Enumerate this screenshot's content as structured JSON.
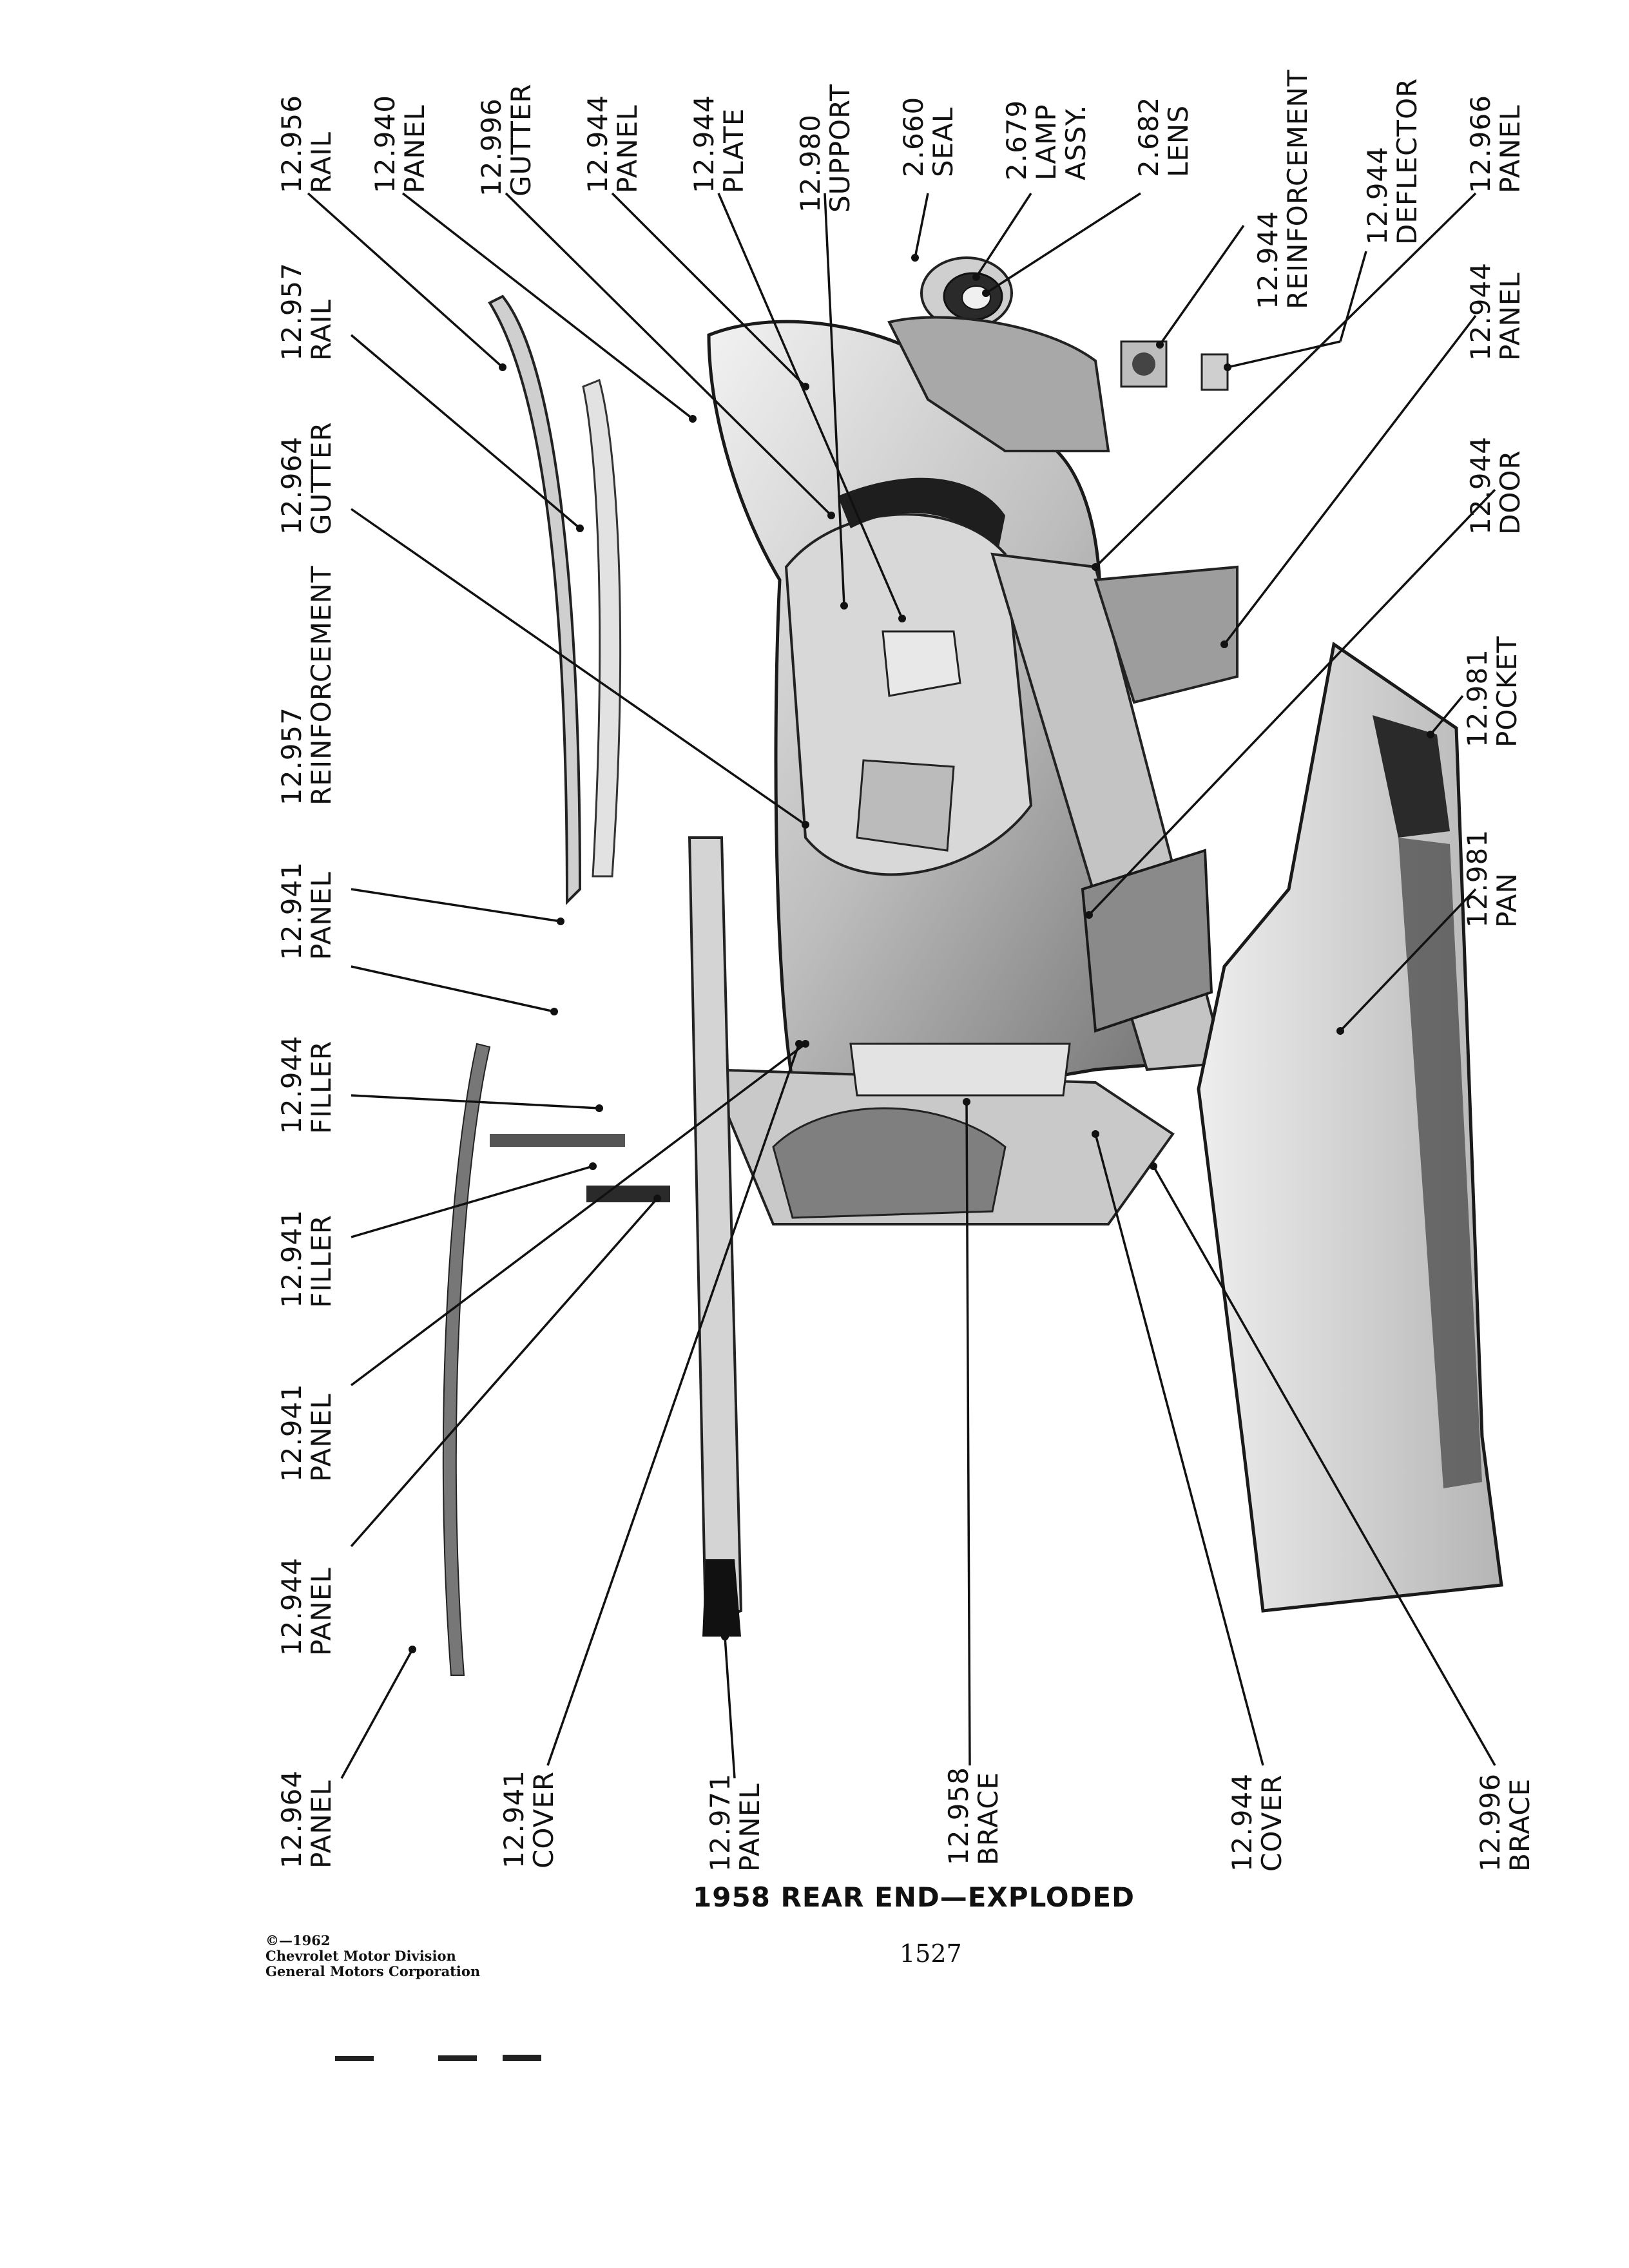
{
  "labels": [
    {
      "id": "l1",
      "num": "12.956",
      "name": "RAIL"
    },
    {
      "id": "l2",
      "num": "12.940",
      "name": "PANEL"
    },
    {
      "id": "l3",
      "num": "12.996",
      "name": "GUTTER"
    },
    {
      "id": "l4",
      "num": "12.944",
      "name": "PANEL"
    },
    {
      "id": "l5",
      "num": "12.944",
      "name": "PLATE"
    },
    {
      "id": "l6",
      "num": "12.980",
      "name": "SUPPORT"
    },
    {
      "id": "l7",
      "num": "2.660",
      "name": "SEAL"
    },
    {
      "id": "l8",
      "num": "2.679",
      "name": "LAMP",
      "name2": "ASSY."
    },
    {
      "id": "l9",
      "num": "2.682",
      "name": "LENS"
    },
    {
      "id": "l10",
      "num": "12.944",
      "name": "REINFORCEMENT"
    },
    {
      "id": "l11",
      "num": "12.944",
      "name": "DEFLECTOR"
    },
    {
      "id": "l12",
      "num": "12.966",
      "name": "PANEL"
    },
    {
      "id": "l13",
      "num": "12.957",
      "name": "RAIL"
    },
    {
      "id": "l14",
      "num": "12.964",
      "name": "GUTTER"
    },
    {
      "id": "l15",
      "num": "12.957",
      "name": "REINFORCEMENT"
    },
    {
      "id": "l16",
      "num": "12.941",
      "name": "PANEL"
    },
    {
      "id": "l17",
      "num": "12.944",
      "name": "FILLER"
    },
    {
      "id": "l18",
      "num": "12.941",
      "name": "FILLER"
    },
    {
      "id": "l19",
      "num": "12.941",
      "name": "PANEL"
    },
    {
      "id": "l20",
      "num": "12.944",
      "name": "PANEL"
    },
    {
      "id": "l21",
      "num": "12.964",
      "name": "PANEL"
    },
    {
      "id": "l22",
      "num": "12.941",
      "name": "COVER"
    },
    {
      "id": "l23",
      "num": "12.971",
      "name": "PANEL"
    },
    {
      "id": "l24",
      "num": "12.958",
      "name": "BRACE"
    },
    {
      "id": "l25",
      "num": "12.944",
      "name": "COVER"
    },
    {
      "id": "l26",
      "num": "12.996",
      "name": "BRACE"
    },
    {
      "id": "l27",
      "num": "12.944",
      "name": "PANEL"
    },
    {
      "id": "l28",
      "num": "12.944",
      "name": "DOOR"
    },
    {
      "id": "l29",
      "num": "12.981",
      "name": "POCKET"
    },
    {
      "id": "l30",
      "num": "12.981",
      "name": "PAN"
    }
  ],
  "title": "1958 REAR END—EXPLODED",
  "copyright": {
    "line1": "©—1962",
    "line2": "Chevrolet Motor Division",
    "line3": "General Motors Corporation"
  },
  "page_number": "1527",
  "colors": {
    "ink": "#111111",
    "metal_light": "#dcdcdc",
    "metal_mid": "#9a9a9a",
    "metal_dark": "#2a2a2a",
    "paper": "#ffffff"
  }
}
